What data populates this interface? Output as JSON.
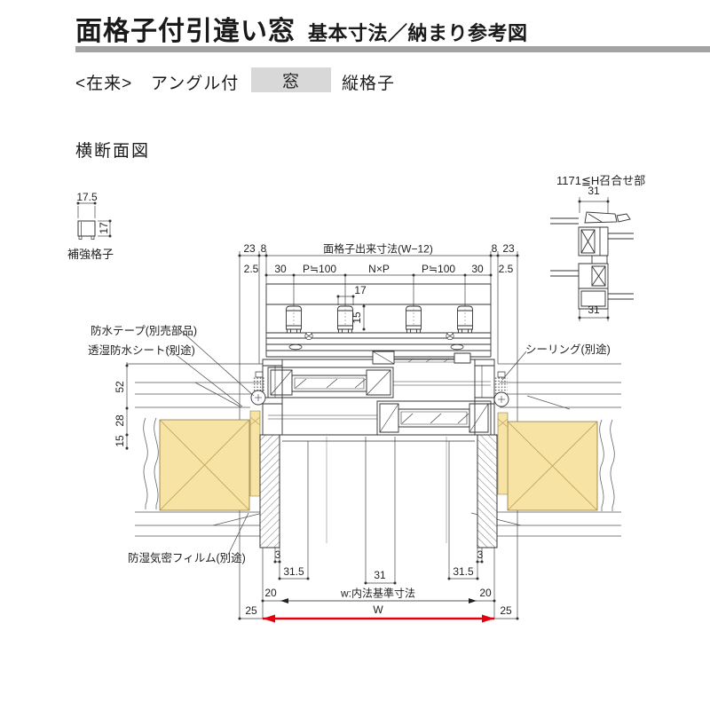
{
  "colors": {
    "red": "#e2000f",
    "wood": "#f7e3a4",
    "divider_gray": "#a3a3a3",
    "spec_box_gray": "#d8d8d8"
  },
  "header": {
    "title_main": "面格子付引違い窓",
    "title_sub": "基本寸法／納まり参考図",
    "spec_prefix": "<在来>",
    "spec_angle": "アングル付",
    "spec_window": "窓",
    "spec_lattice": "縦格子"
  },
  "section_title": "横断面図",
  "reinforce_detail": {
    "dim_w": "17.5",
    "dim_h": "17",
    "label": "補強格子"
  },
  "meeting_detail": {
    "label": "1171≦H召合せ部",
    "dim_top": "31",
    "dim_bottom": "31"
  },
  "top_dims": {
    "left_23": "23",
    "left_8": "8",
    "grille_width": "面格子出来寸法(W−12)",
    "right_8": "8",
    "right_23": "23",
    "left_2_5": "2.5",
    "left_30": "30",
    "left_p100": "P≒100",
    "nxp": "N×P",
    "right_p100": "P≒100",
    "right_30": "30",
    "right_2_5": "2.5",
    "bar_w": "17",
    "bar_d": "15"
  },
  "left_dims": {
    "d52": "52",
    "d28": "28",
    "d15": "15"
  },
  "callouts": {
    "tape": "防水テープ(別売部品)",
    "sheet": "透湿防水シート(別途)",
    "sealing": "シーリング(別途)",
    "film": "防湿気密フィルム(別途)"
  },
  "bottom_dims": {
    "left_3": "3",
    "left_31_5": "31.5",
    "left_20": "20",
    "left_25": "25",
    "center_31": "31",
    "w_base": "w:内法基準寸法",
    "w": "W",
    "right_3": "3",
    "right_31_5": "31.5",
    "right_20": "20",
    "right_25": "25"
  }
}
